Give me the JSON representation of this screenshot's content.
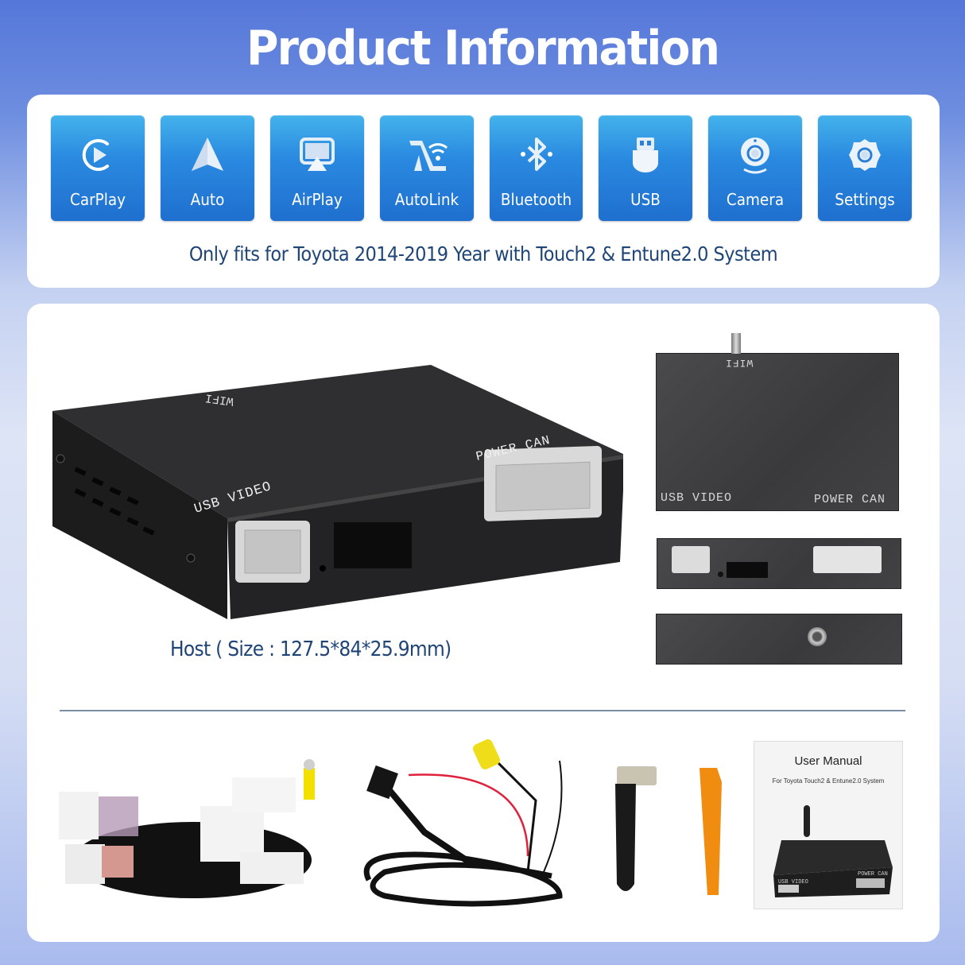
{
  "header": {
    "title": "Product Information"
  },
  "features": {
    "tiles": [
      {
        "label": "CarPlay",
        "icon": "carplay-icon"
      },
      {
        "label": "Auto",
        "icon": "android-auto-icon"
      },
      {
        "label": "AirPlay",
        "icon": "airplay-icon"
      },
      {
        "label": "AutoLink",
        "icon": "autolink-icon"
      },
      {
        "label": "Bluetooth",
        "icon": "bluetooth-icon"
      },
      {
        "label": "USB",
        "icon": "usb-icon"
      },
      {
        "label": "Camera",
        "icon": "camera-icon"
      },
      {
        "label": "Settings",
        "icon": "settings-icon"
      }
    ],
    "compatibility": "Only fits for Toyota 2014-2019 Year with Touch2 & Entune2.0 System"
  },
  "host": {
    "label": "Host ( Size : 127.5*84*25.9mm)",
    "markings": {
      "wifi": "WIFI",
      "usb_video": "USB VIDEO",
      "power_can": "POWER CAN"
    }
  },
  "accessories": {
    "items": [
      {
        "name": "main-harness"
      },
      {
        "name": "usb-video-cable"
      },
      {
        "name": "wifi-antenna"
      },
      {
        "name": "pry-tool"
      }
    ],
    "manual": {
      "title": "User Manual",
      "subtitle": "For Toyota Touch2 & Entune2.0 System",
      "usb_video": "USB VIDEO",
      "power_can": "POWER CAN"
    }
  },
  "colors": {
    "tile_top": "#44b3ec",
    "tile_bottom": "#1f6fcf",
    "text_navy": "#1f4577",
    "bg_top": "#5577d9",
    "bg_bottom": "#a9bbee"
  }
}
